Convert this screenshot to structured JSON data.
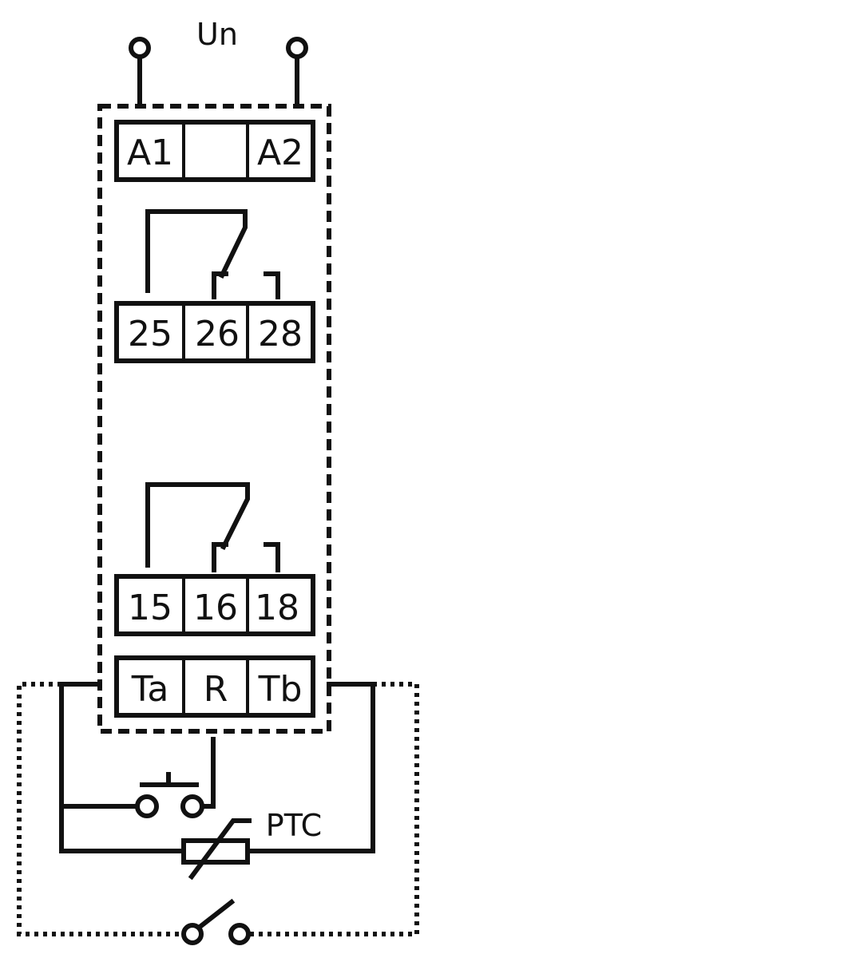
{
  "diagram": {
    "supply_label": "Un",
    "terminal_rows": [
      {
        "id": "supply",
        "labels": [
          "A1",
          "",
          "A2"
        ]
      },
      {
        "id": "relay-2",
        "labels": [
          "25",
          "26",
          "28"
        ]
      },
      {
        "id": "relay-1",
        "labels": [
          "15",
          "16",
          "18"
        ]
      },
      {
        "id": "sensor",
        "labels": [
          "Ta",
          "R",
          "Tb"
        ]
      }
    ],
    "sensor_label": "PTC"
  }
}
